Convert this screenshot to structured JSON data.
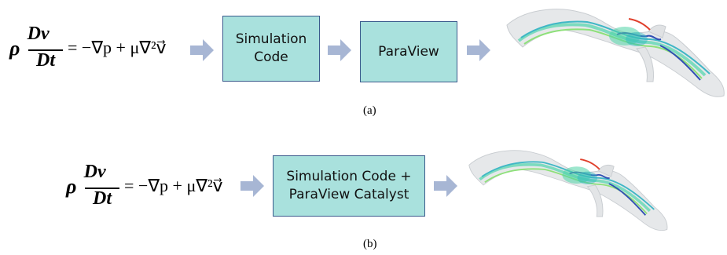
{
  "panel_a": {
    "equation": {
      "lhs_symbol": "ρ",
      "numerator": "Dv⃗",
      "denominator": "Dt",
      "rhs": "= −∇p + μ∇²v⃗"
    },
    "boxes": [
      "Simulation\nCode",
      "ParaView"
    ],
    "caption": "(a)"
  },
  "panel_b": {
    "equation": {
      "lhs_symbol": "ρ",
      "numerator": "Dv⃗",
      "denominator": "Dt",
      "rhs": "= −∇p + μ∇²v⃗"
    },
    "boxes": [
      "Simulation Code +\nParaView Catalyst"
    ],
    "caption": "(b)"
  },
  "colors": {
    "box_fill": "#a9e1dd",
    "box_border": "#3a5a8c",
    "arrow": "#a7b6d4"
  },
  "icons": [
    "arrow-right-icon",
    "blood-vessel-flow-visualization"
  ]
}
